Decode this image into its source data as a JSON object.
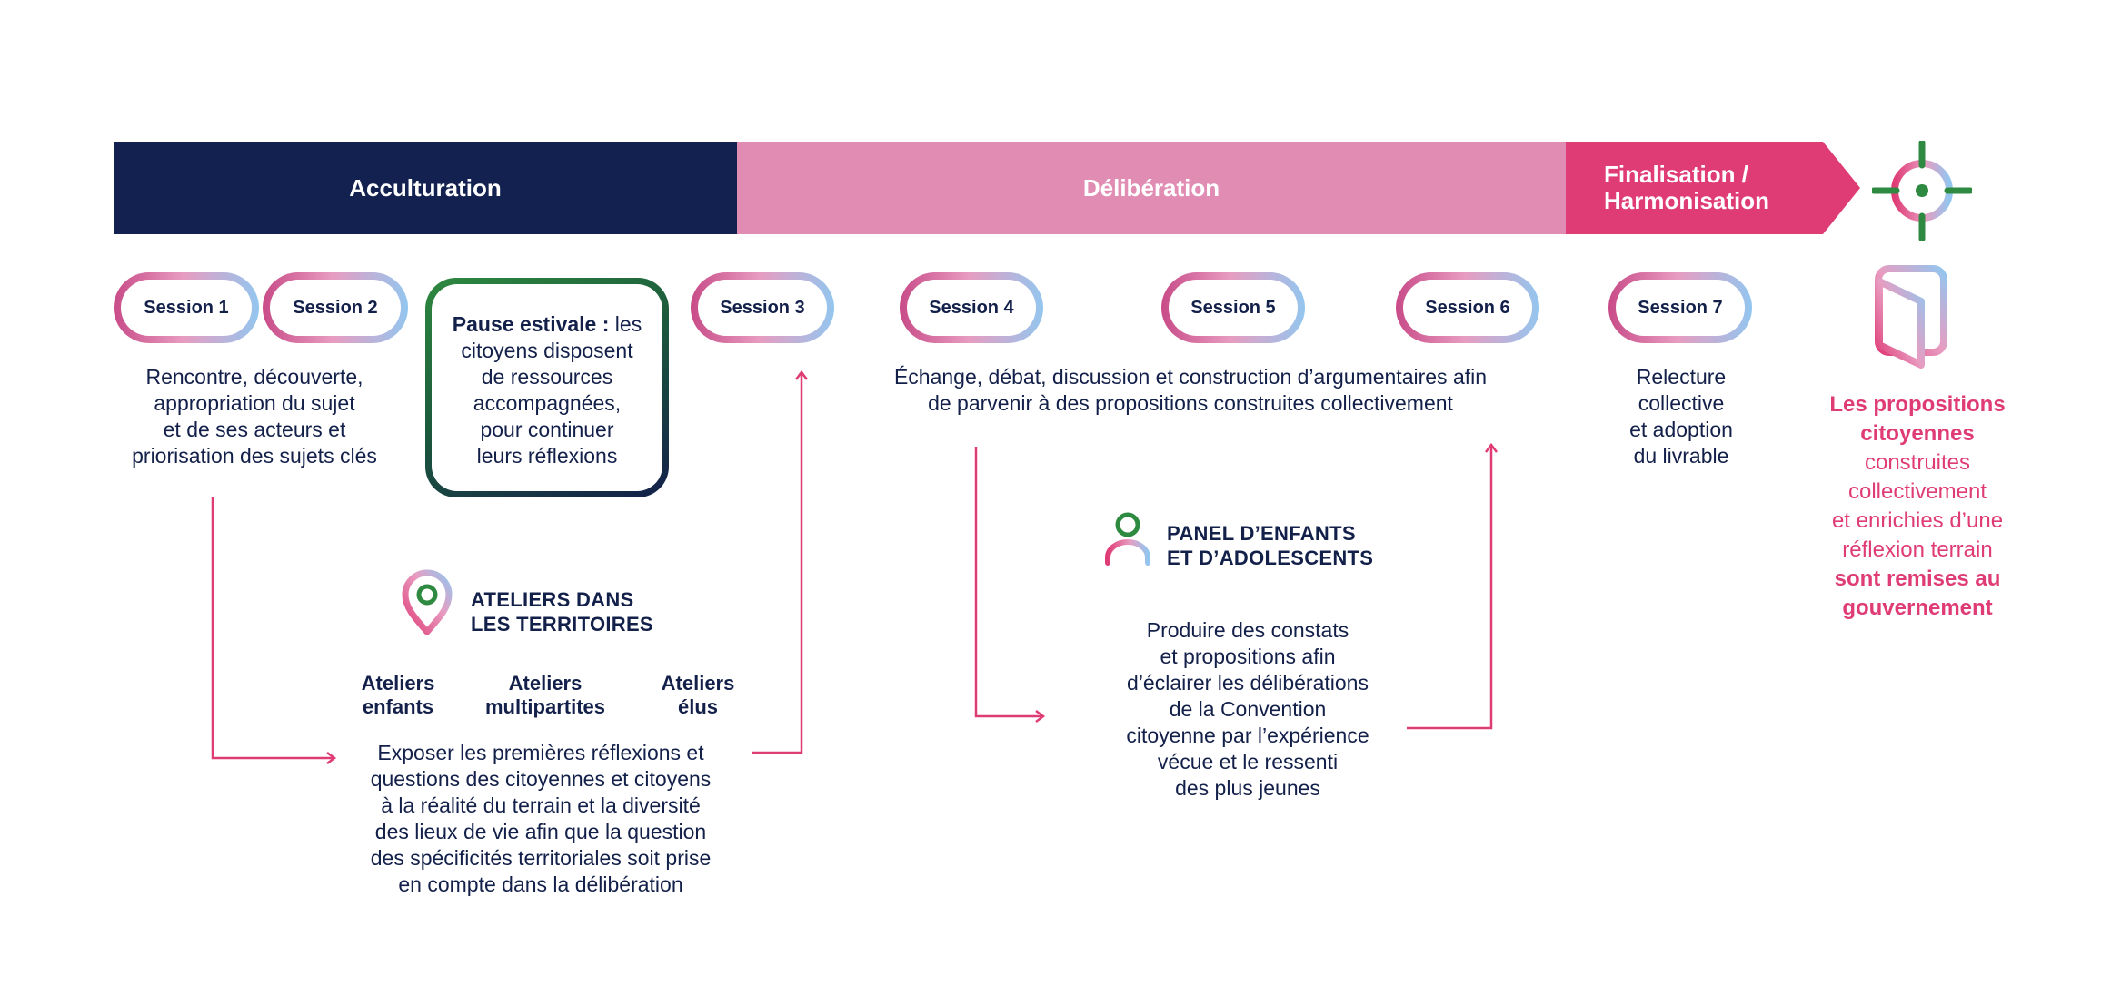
{
  "phases": {
    "acculturation": "Acculturation",
    "deliberation": "Délibération",
    "finalisation_line1": "Finalisation /",
    "finalisation_line2": "Harmonisation"
  },
  "sessions": [
    "Session 1",
    "Session 2",
    "Session 3",
    "Session 4",
    "Session 5",
    "Session 6",
    "Session 7"
  ],
  "pause": {
    "bold": "Pause estivale :",
    "line1_rest": " les",
    "lines": [
      "citoyens disposent",
      "de ressources",
      "accompagnées,",
      "pour continuer",
      "leurs réflexions"
    ]
  },
  "sessions_1_2_text": [
    "Rencontre, découverte,",
    "appropriation du sujet",
    "et de ses acteurs et",
    "priorisation des sujets clés"
  ],
  "sessions_4_6_text": [
    "Échange, débat, discussion et construction d’argumentaires afin",
    "de parvenir à des propositions construites collectivement"
  ],
  "session_7_text": [
    "Relecture",
    "collective",
    "et adoption",
    "du livrable"
  ],
  "ateliers": {
    "title_line1": "ATELIERS DANS",
    "title_line2": "LES TERRITOIRES",
    "types": [
      {
        "line1": "Ateliers",
        "line2": "enfants"
      },
      {
        "line1": "Ateliers",
        "line2": "multipartites"
      },
      {
        "line1": "Ateliers",
        "line2": "élus"
      }
    ],
    "text": [
      "Exposer les premières réflexions et",
      "questions des citoyennes et citoyens",
      "à la réalité du terrain et la diversité",
      "des lieux de vie afin que la question",
      "des spécificités territoriales soit prise",
      "en compte dans la délibération"
    ]
  },
  "panel": {
    "title_line1": "PANEL D’ENFANTS",
    "title_line2": "ET D’ADOLESCENTS",
    "text": [
      "Produire des constats",
      "et propositions afin",
      "d’éclairer les délibérations",
      "de la Convention",
      "citoyenne par l’expérience",
      "vécue et le ressenti",
      "des plus jeunes"
    ]
  },
  "final": {
    "lines": [
      {
        "text": "Les propositions",
        "strong": true
      },
      {
        "text": "citoyennes",
        "strong": true
      },
      {
        "text": "construites",
        "strong": false
      },
      {
        "text": "collectivement",
        "strong": false
      },
      {
        "text": "et enrichies d’une",
        "strong": false
      },
      {
        "text": "réflexion terrain",
        "strong": false
      },
      {
        "text": "sont remises au",
        "strong": true
      },
      {
        "text": "gouvernement",
        "strong": true
      }
    ]
  },
  "icons": {
    "target": "target-icon",
    "document": "document-icon",
    "location_pin": "location-pin-icon",
    "person": "person-icon"
  },
  "colors": {
    "navy": "#122150",
    "pink_light": "#e08cb3",
    "pink_strong": "#df3c76",
    "blue_light": "#93c6ef",
    "green": "#2e8a40"
  }
}
